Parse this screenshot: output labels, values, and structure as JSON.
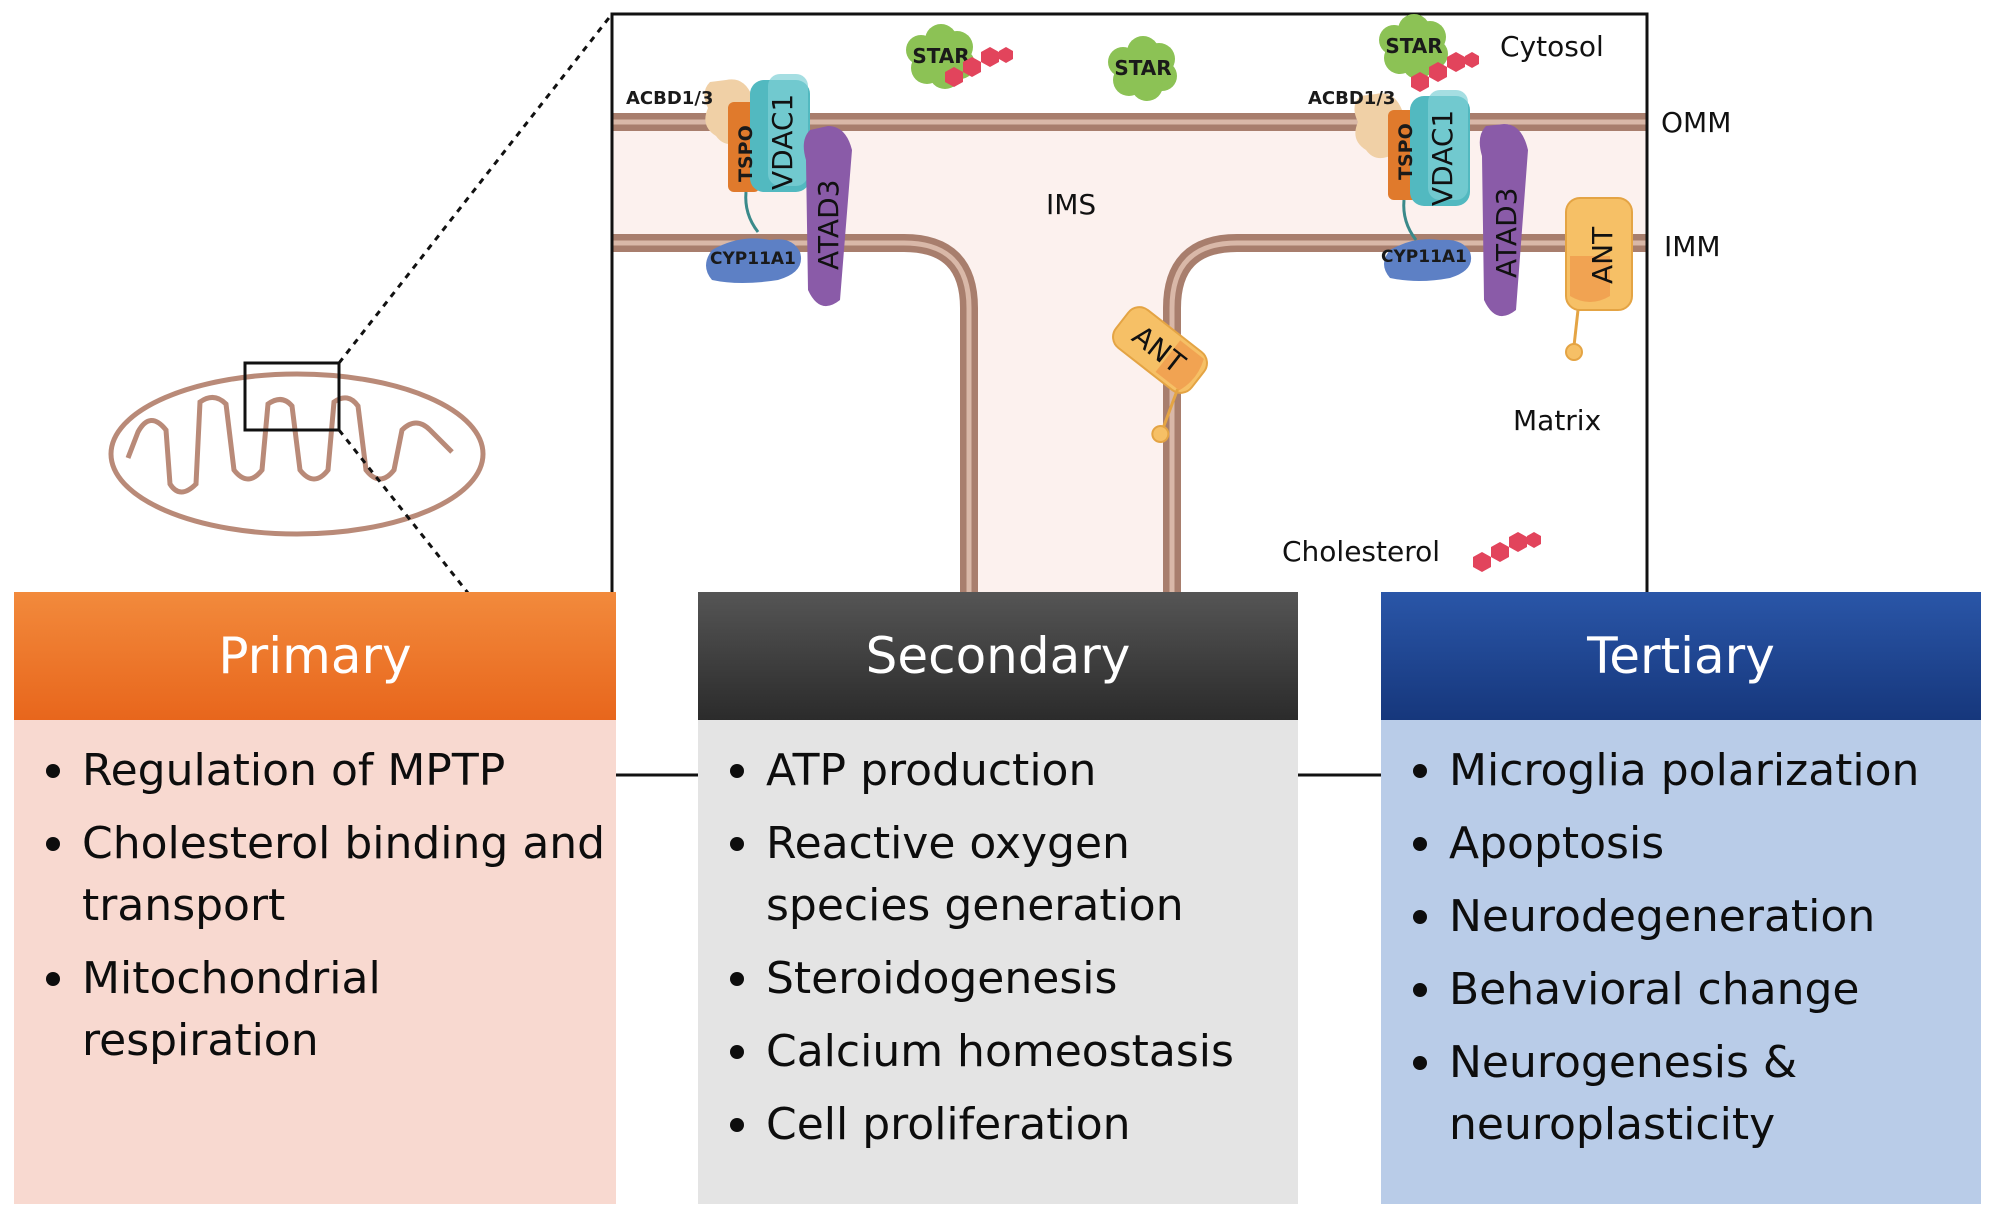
{
  "labels": {
    "cytosol": "Cytosol",
    "omm": "OMM",
    "ims": "IMS",
    "imm": "IMM",
    "matrix": "Matrix",
    "cholesterol": "Cholesterol"
  },
  "proteins": {
    "star": "STAR",
    "acbd": "ACBD1/3",
    "tspo": "TSPO",
    "vdac1": "VDAC1",
    "atad3": "ATAD3",
    "cyp11a1": "CYP11A1",
    "ant": "ANT"
  },
  "panels": {
    "primary": {
      "title": "Primary",
      "items": [
        "Regulation of MPTP",
        "Cholesterol binding and transport",
        "Mitochondrial respiration"
      ]
    },
    "secondary": {
      "title": "Secondary",
      "items": [
        "ATP production",
        "Reactive oxygen species generation",
        "Steroidogenesis",
        "Calcium homeostasis",
        "Cell proliferation"
      ]
    },
    "tertiary": {
      "title": "Tertiary",
      "items": [
        "Microglia polarization",
        "Apoptosis",
        "Neurodegeneration",
        "Behavioral change",
        "Neurogenesis & neuroplasticity"
      ]
    }
  },
  "colors": {
    "membrane": "#a87e6d",
    "ims_fill": "#fcf1ee",
    "star": "#8cc255",
    "cholesterol": "#e2445c",
    "tspo": "#e07a2c",
    "vdac1": "#52b9c0",
    "atad3": "#8a5ba8",
    "cyp11a1": "#5d80c5",
    "ant": "#f6c066",
    "primary": "#ee7a2c",
    "secondary": "#3a3a3a",
    "tertiary": "#1f4593"
  }
}
